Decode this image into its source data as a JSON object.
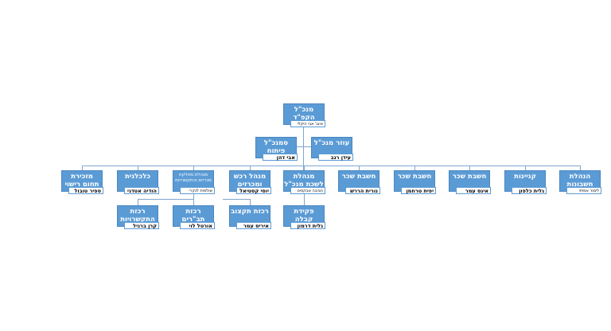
{
  "nodes": [
    {
      "id": "ceo",
      "title": "מנכ\"ל הקפ\"ד",
      "name": "אינג' אבי היקלי"
    },
    {
      "id": "deputy-dev",
      "title": "סמנכ\"ל פיתוח",
      "name": "אבי דהן"
    },
    {
      "id": "deputy",
      "title": "עוזר מנכ\"ל",
      "name": "עידן רגב"
    },
    {
      "id": "secretary",
      "title": "מזכירת תחום רישוי",
      "name": "ספיר טובול"
    },
    {
      "id": "economist",
      "title": "כלכלנית",
      "name": "הודיה אטדגי"
    },
    {
      "id": "procurement-dept",
      "title": "מנהלת מחלקת מכרזים והתקשרויות",
      "name": "שולמית לנקרי"
    },
    {
      "id": "procurement-manager",
      "title": "מנהל רכש ומכרזים",
      "name": "יוסי קסטיאל"
    },
    {
      "id": "office-manager",
      "title": "מנהלת לשכת מנכ\"ל",
      "name": "חביבה אבקסיס"
    },
    {
      "id": "payroll-1",
      "title": "חשבת שכר",
      "name": "נורית הררש"
    },
    {
      "id": "payroll-2",
      "title": "חשבת שכר",
      "name": "יפית טרחמן"
    },
    {
      "id": "payroll-3",
      "title": "חשבת שכר",
      "name": "אינס עמר"
    },
    {
      "id": "purchasing",
      "title": "קניינות",
      "name": "גלית כלפון"
    },
    {
      "id": "accounting",
      "title": "הנהלת חשבונות",
      "name": "לימור אמיתי"
    },
    {
      "id": "contracts-coord",
      "title": "רכזת התקשרויות",
      "name": "קרן ברגיל"
    },
    {
      "id": "tabarim-coord",
      "title": "רכזת תב\"רים",
      "name": "אורטל לוי"
    },
    {
      "id": "budget-coord",
      "title": "רכזת תקצוב",
      "name": "איריס עמר"
    },
    {
      "id": "reception-clerk",
      "title": "פקידת קבלה",
      "name": "גלית דרמון"
    }
  ]
}
